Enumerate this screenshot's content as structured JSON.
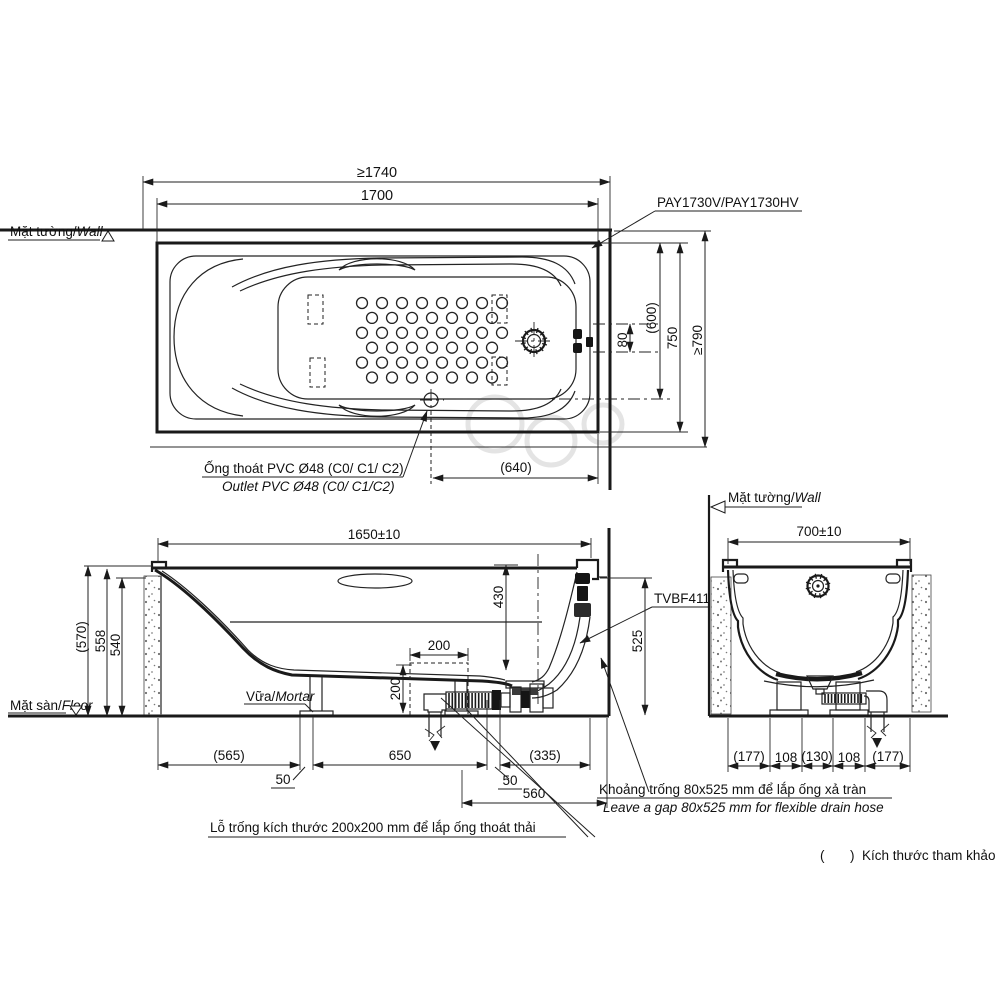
{
  "colors": {
    "line": "#1a1a1a",
    "speckle": "#6e6e6e",
    "watermark": "#e4e4e4"
  },
  "labels": {
    "wall_vi": "Mặt tường/",
    "wall_en": "Wall",
    "floor_vi": "Mặt sàn/",
    "floor_en": "Floor",
    "mortar_vi": "Vữa/",
    "mortar_en": "Mortar",
    "model": "PAY1730V/PAY1730HV",
    "overflow_valve": "TVBF411",
    "outlet_vi": "Ống thoát PVC Ø48 (C0/ C1/ C2)",
    "outlet_en": "Outlet PVC Ø48 (C0/ C1/C2)",
    "gap_vi": "Khoảng trống 80x525 mm để lắp ống xả tràn",
    "gap_en": "Leave a gap 80x525 mm for flexible drain hose",
    "hole_vi": "Lỗ trống kích thước 200x200 mm để lắp ống thoát thải",
    "ref_open": "(",
    "ref_close": ")",
    "ref_text": "Kích thước tham khảo"
  },
  "dims": {
    "top": {
      "len_min": "≥1740",
      "len": "1700",
      "width": "750",
      "width_min": "≥790",
      "drain_y": "(600)",
      "drain_offset": "80",
      "outlet_x": "(640)"
    },
    "side": {
      "len": "1650±10",
      "h_total": "(570)",
      "h_rim": "558",
      "h_under": "540",
      "depth": "430",
      "hole_w": "200",
      "hole_h": "200",
      "b1": "(565)",
      "b2": "650",
      "b3": "50",
      "b4": "(335)",
      "b5": "50",
      "b6": "560",
      "gap_h": "525"
    },
    "end": {
      "width": "700±10",
      "c1": "(177)",
      "c2": "108",
      "c3": "(130)",
      "c4": "108",
      "c5": "(177)"
    }
  }
}
